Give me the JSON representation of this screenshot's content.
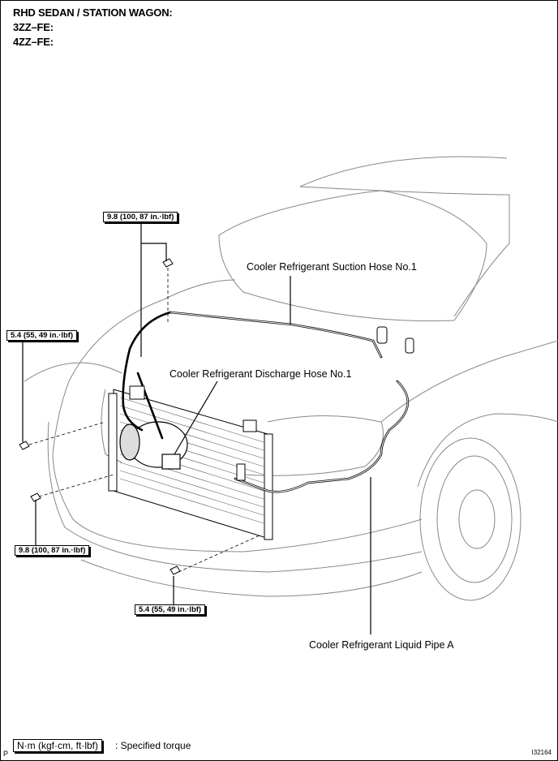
{
  "header": {
    "line1": "RHD SEDAN / STATION WAGON:",
    "line2": "3ZZ–FE:",
    "line3": "4ZZ–FE:"
  },
  "labels": {
    "suction_hose": "Cooler Refrigerant Suction Hose No.1",
    "discharge_hose": "Cooler Refrigerant Discharge Hose No.1",
    "liquid_pipe": "Cooler Refrigerant Liquid Pipe A"
  },
  "torque_specs": {
    "top": "9.8 (100, 87 in.·lbf)",
    "left_upper": "5.4 (55, 49 in.·lbf)",
    "left_lower": "9.8 (100, 87 in.·lbf)",
    "bottom": "5.4 (55, 49 in.·lbf)"
  },
  "legend": {
    "box": "N·m (kgf·cm, ft·lbf)",
    "text": ": Specified torque"
  },
  "footer": {
    "corner_letter": "P",
    "figure_id": "I32164"
  }
}
